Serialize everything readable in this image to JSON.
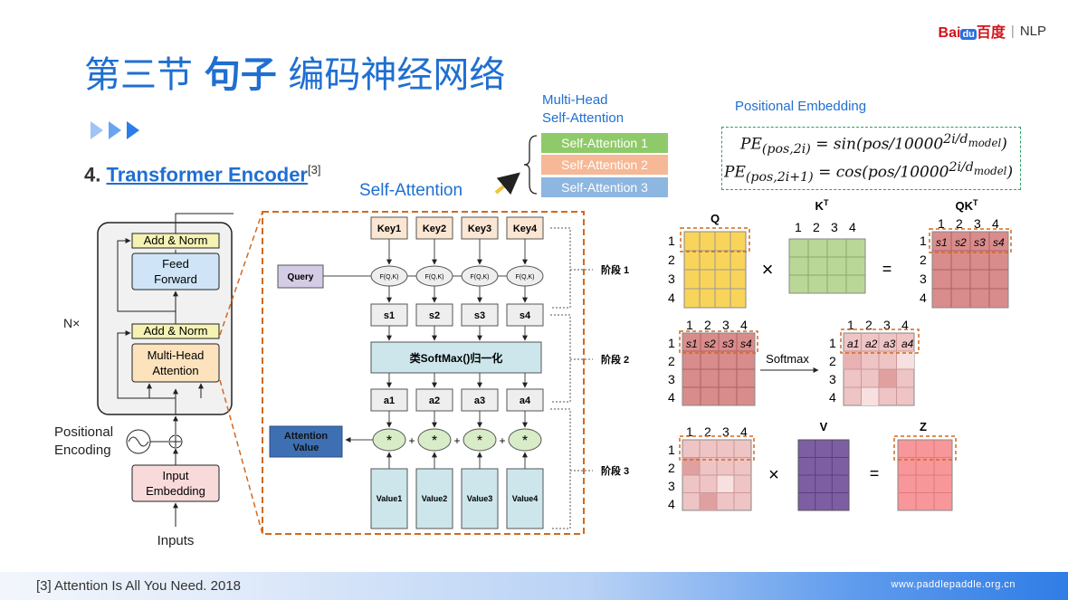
{
  "header": {
    "title_prefix": "第三节 ",
    "title_bold": "句子",
    "title_suffix": " 编码神经网络",
    "logo_bai": "Bai",
    "logo_du": "du",
    "logo_cn": "百度",
    "logo_sep": "|",
    "logo_nlp": "NLP"
  },
  "section": {
    "number": "4.",
    "link_text": "Transformer Encoder",
    "citation": "[3]"
  },
  "self_attention_label": "Self-Attention",
  "multihead": {
    "label_line1": "Multi-Head",
    "label_line2": "Self-Attention",
    "items": [
      "Self-Attention 1",
      "Self-Attention 2",
      "Self-Attention 3"
    ],
    "colors": [
      "#8fca6a",
      "#f6b896",
      "#8db6e0"
    ]
  },
  "positional_embedding": {
    "label": "Positional Embedding",
    "eq1": "PE(pos,2i) = sin(pos/10000^(2i/dmodel))",
    "eq2": "PE(pos,2i+1) = cos(pos/10000^(2i/dmodel))"
  },
  "encoder": {
    "add_norm": "Add & Norm",
    "feed_forward_1": "Feed",
    "feed_forward_2": "Forward",
    "mha_1": "Multi-Head",
    "mha_2": "Attention",
    "nx": "N×",
    "pos_enc_1": "Positional",
    "pos_enc_2": "Encoding",
    "input_emb_1": "Input",
    "input_emb_2": "Embedding",
    "inputs": "Inputs"
  },
  "attention_detail": {
    "keys": [
      "Key1",
      "Key2",
      "Key3",
      "Key4"
    ],
    "fqk": "F(Q,K)",
    "query": "Query",
    "scores": [
      "s1",
      "s2",
      "s3",
      "s4"
    ],
    "softmax": "类SoftMax()归一化",
    "weights": [
      "a1",
      "a2",
      "a3",
      "a4"
    ],
    "star": "*",
    "plus": "+",
    "attention_value_1": "Attention",
    "attention_value_2": "Value",
    "values": [
      "Value1",
      "Value2",
      "Value3",
      "Value4"
    ],
    "stages": [
      "阶段 1",
      "阶段 2",
      "阶段 3"
    ]
  },
  "matrices": {
    "q": "Q",
    "kt": "K",
    "kt_sup": "T",
    "qkt": "QK",
    "qkt_sup": "T",
    "v": "V",
    "z": "Z",
    "times": "×",
    "equals": "=",
    "softmax": "Softmax",
    "col_nums": [
      "1",
      "2",
      "3",
      "4"
    ],
    "row_nums": [
      "1",
      "2",
      "3",
      "4"
    ],
    "s_labels": [
      "s1",
      "s2",
      "s3",
      "s4"
    ],
    "a_labels": [
      "a1",
      "a2",
      "a3",
      "a4"
    ],
    "colors": {
      "q": "#f9d45a",
      "kt": "#b9d796",
      "qkt": "#d98c8c",
      "v": "#7d5ea3",
      "z": "#f7979a"
    }
  },
  "footer": {
    "reference": "[3] Attention Is All You Need. 2018",
    "url": "www.paddlepaddle.org.cn"
  }
}
